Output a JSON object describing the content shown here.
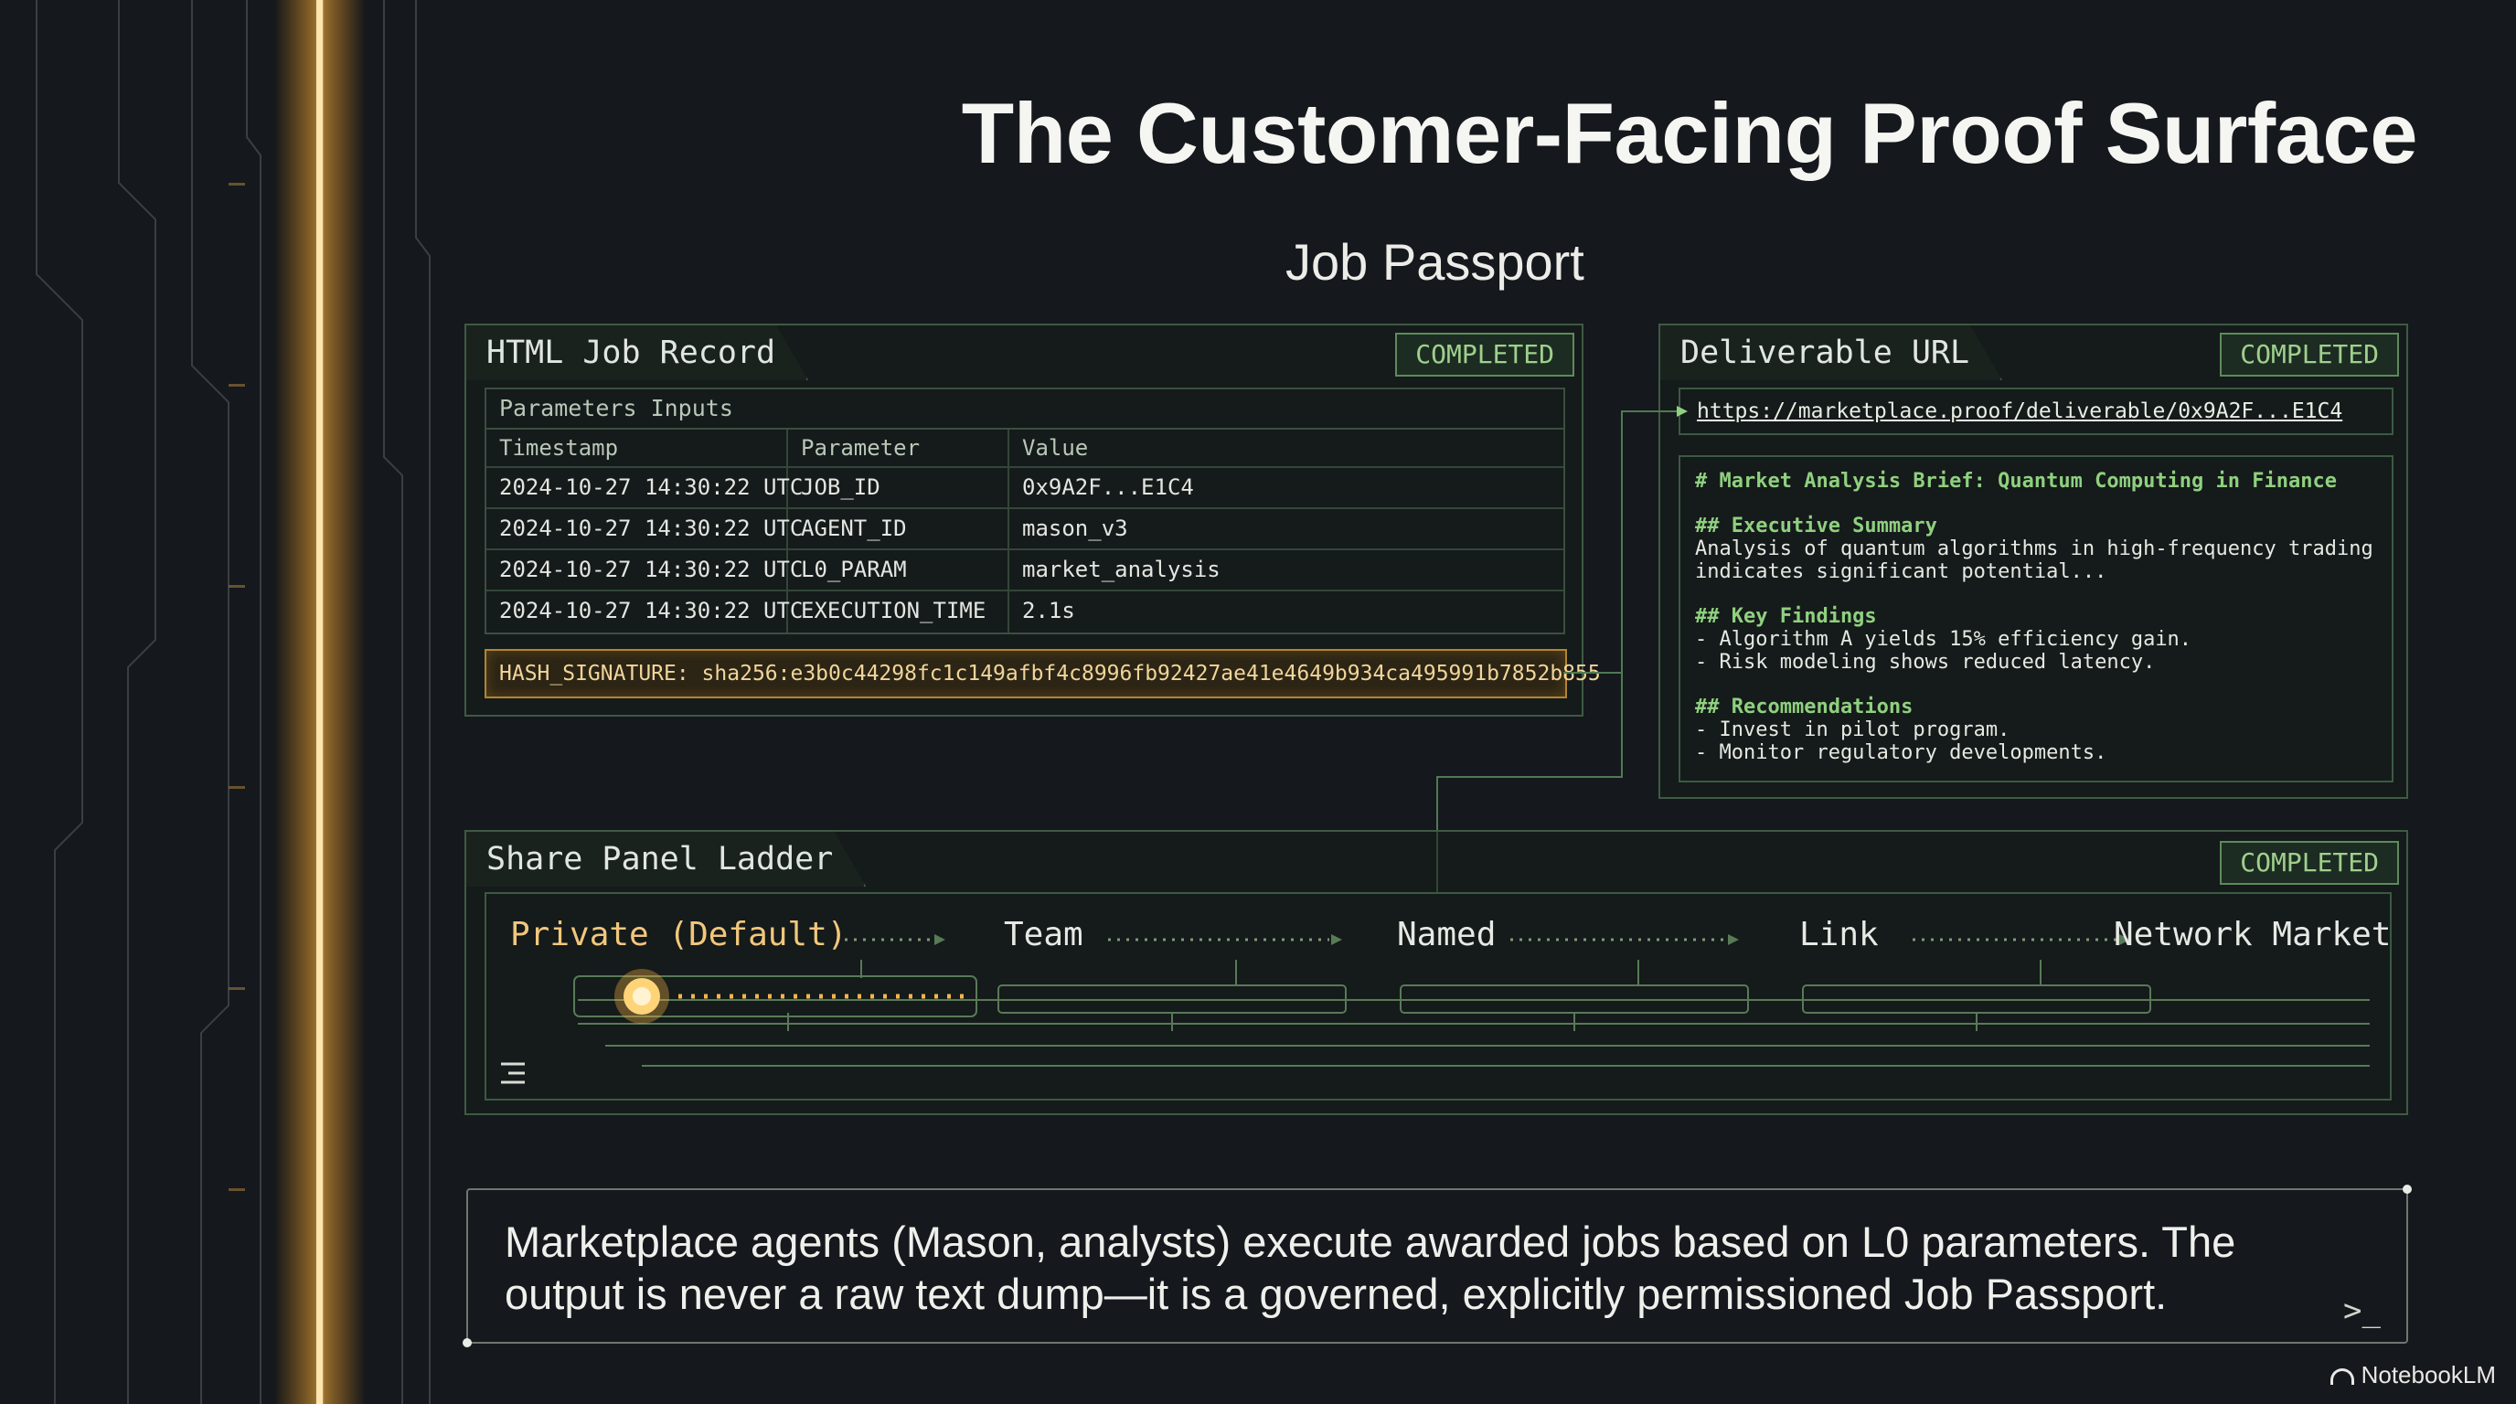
{
  "title": "The Customer-Facing Proof Surface",
  "subtitle": "Job Passport",
  "job_record": {
    "tab_label": "HTML Job Record",
    "status": "COMPLETED",
    "table_caption": "Parameters Inputs",
    "columns": [
      "Timestamp",
      "Parameter",
      "Value"
    ],
    "rows": [
      [
        "2024-10-27 14:30:22 UTC",
        "JOB_ID",
        "0x9A2F...E1C4"
      ],
      [
        "2024-10-27 14:30:22 UTC",
        "AGENT_ID",
        "mason_v3"
      ],
      [
        "2024-10-27 14:30:22 UTC",
        "L0_PARAM",
        "market_analysis"
      ],
      [
        "2024-10-27 14:30:22 UTC",
        "EXECUTION_TIME",
        "2.1s"
      ]
    ],
    "hash_signature": "HASH_SIGNATURE: sha256:e3b0c44298fc1c149afbf4c8996fb92427ae41e4649b934ca495991b7852b855"
  },
  "deliverable": {
    "tab_label": "Deliverable URL",
    "status": "COMPLETED",
    "url": "https://marketplace.proof/deliverable/0x9A2F...E1C4",
    "brief_title": "# Market Analysis Brief: Quantum Computing in Finance",
    "exec_heading": "## Executive Summary",
    "exec_line1": "Analysis of quantum algorithms in high-frequency trading",
    "exec_line2": "indicates significant potential...",
    "findings_heading": "## Key Findings",
    "finding1": "- Algorithm A yields 15% efficiency gain.",
    "finding2": "- Risk modeling shows reduced latency.",
    "recs_heading": "## Recommendations",
    "rec1": "- Invest in pilot program.",
    "rec2": "- Monitor regulatory developments."
  },
  "share_ladder": {
    "tab_label": "Share Panel Ladder",
    "status": "COMPLETED",
    "steps": [
      "Private (Default)",
      "Team",
      "Named",
      "Link",
      "Network Market"
    ],
    "active_step": 0,
    "icons": [
      "arrow-right-icon",
      "list-icon",
      "slider-knob-icon"
    ],
    "accent_color": "#f2b64a"
  },
  "caption": "Marketplace agents (Mason, analysts) execute awarded jobs based on L0 parameters. The output is never a raw text dump—it is a governed, explicitly permissioned Job Passport.",
  "prompt_glyph": ">_",
  "brand": "NotebookLM",
  "colors": {
    "panel_border": "#3e5a44",
    "badge_text": "#9fd08d",
    "hash_border": "#b3842e",
    "background": "#15181c"
  }
}
